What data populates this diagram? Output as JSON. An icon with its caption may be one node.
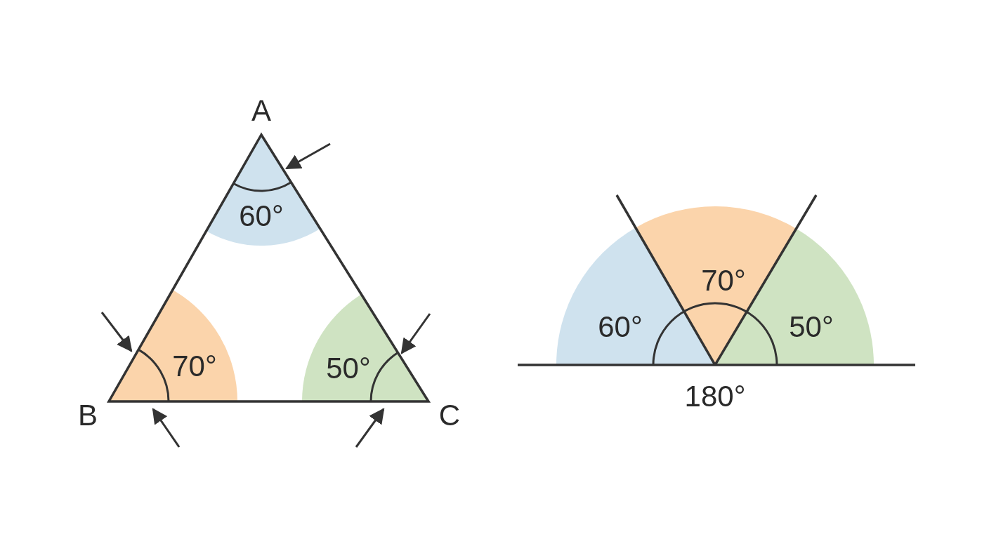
{
  "diagram": {
    "labels": [
      "A",
      "60°",
      "70°",
      "50°",
      "B",
      "C",
      "60°",
      "70°",
      "50°",
      "180°"
    ]
  }
}
